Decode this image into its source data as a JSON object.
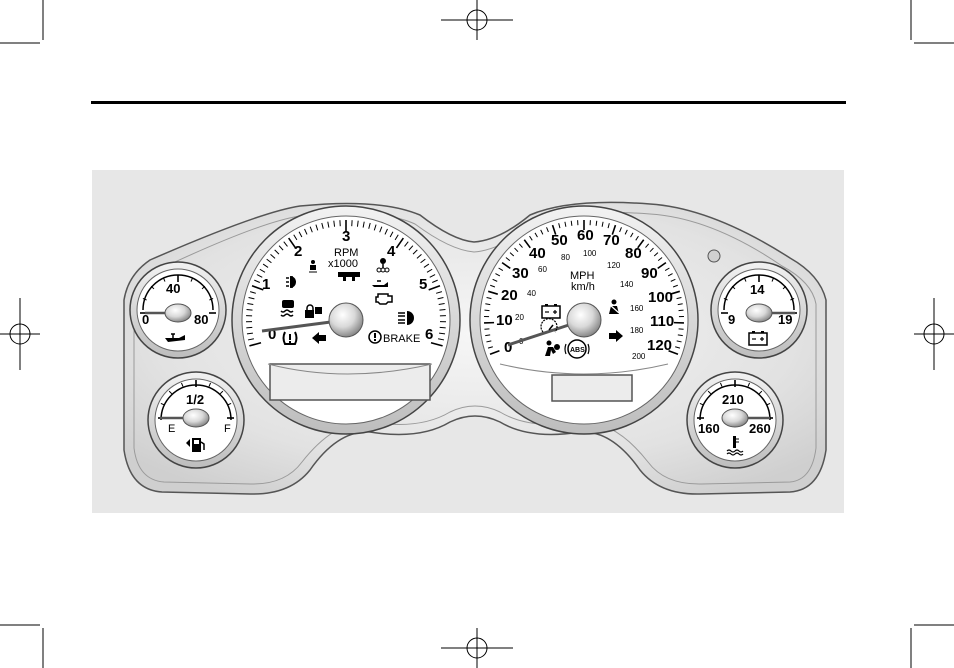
{
  "tachometer": {
    "title": "RPM",
    "unit": "x1000",
    "numbers": [
      "0",
      "1",
      "2",
      "3",
      "4",
      "5",
      "6"
    ],
    "brake_label": "BRAKE"
  },
  "speedometer": {
    "unit_primary": "MPH",
    "unit_secondary": "km/h",
    "mph_numbers": [
      "0",
      "10",
      "20",
      "30",
      "40",
      "50",
      "60",
      "70",
      "80",
      "90",
      "100",
      "110",
      "120"
    ],
    "kmh_numbers": [
      "0",
      "20",
      "40",
      "60",
      "80",
      "100",
      "120",
      "140",
      "160",
      "180",
      "200"
    ],
    "abs_label": "ABS"
  },
  "oil_pressure_gauge": {
    "min": "0",
    "mid": "40",
    "max": "80",
    "icon": "oil-can-icon"
  },
  "fuel_gauge": {
    "empty": "E",
    "half": "1/2",
    "full": "F",
    "icon": "fuel-pump-icon"
  },
  "voltmeter": {
    "min": "9",
    "mid": "14",
    "max": "19",
    "icon": "battery-icon"
  },
  "temperature_gauge": {
    "min": "160",
    "mid": "210",
    "max": "260",
    "icon": "coolant-temperature-icon"
  },
  "colors": {
    "panel_fill": "#e6e6e6",
    "face_fill": "#ffffff",
    "ink": "#000000"
  }
}
